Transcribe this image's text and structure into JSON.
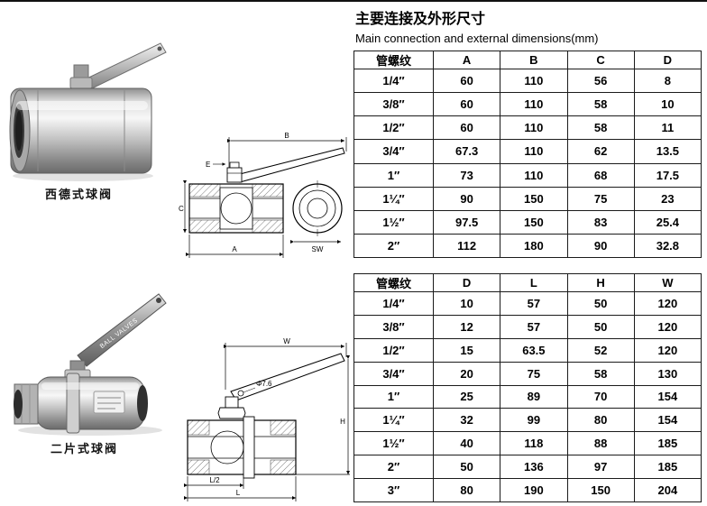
{
  "header": {
    "title_cn": "主要连接及外形尺寸",
    "title_en": "Main  connection and external dimensions(mm)"
  },
  "left": {
    "valve1_label": "西德式球阀",
    "valve2_label": "二片式球阀"
  },
  "photos": {
    "handle_text": "BALL VALVES"
  },
  "drawings": {
    "d1": {
      "b": "B",
      "e": "E",
      "c": "C",
      "a": "A",
      "sw": "SW"
    },
    "d2": {
      "w": "W",
      "phi": "Φ7.6",
      "h": "H",
      "l": "L",
      "l2": "L/2"
    }
  },
  "table1": {
    "headers": [
      "管螺纹",
      "A",
      "B",
      "C",
      "D"
    ],
    "rows": [
      [
        "1/4″",
        "60",
        "110",
        "56",
        "8"
      ],
      [
        "3/8″",
        "60",
        "110",
        "58",
        "10"
      ],
      [
        "1/2″",
        "60",
        "110",
        "58",
        "11"
      ],
      [
        "3/4″",
        "67.3",
        "110",
        "62",
        "13.5"
      ],
      [
        "1″",
        "73",
        "110",
        "68",
        "17.5"
      ],
      [
        "1¼″",
        "90",
        "150",
        "75",
        "23"
      ],
      [
        "1½″",
        "97.5",
        "150",
        "83",
        "25.4"
      ],
      [
        "2″",
        "112",
        "180",
        "90",
        "32.8"
      ]
    ]
  },
  "table2": {
    "headers": [
      "管螺纹",
      "D",
      "L",
      "H",
      "W"
    ],
    "rows": [
      [
        "1/4″",
        "10",
        "57",
        "50",
        "120"
      ],
      [
        "3/8″",
        "12",
        "57",
        "50",
        "120"
      ],
      [
        "1/2″",
        "15",
        "63.5",
        "52",
        "120"
      ],
      [
        "3/4″",
        "20",
        "75",
        "58",
        "130"
      ],
      [
        "1″",
        "25",
        "89",
        "70",
        "154"
      ],
      [
        "1¼″",
        "32",
        "99",
        "80",
        "154"
      ],
      [
        "1½″",
        "40",
        "118",
        "88",
        "185"
      ],
      [
        "2″",
        "50",
        "136",
        "97",
        "185"
      ],
      [
        "3″",
        "80",
        "190",
        "150",
        "204"
      ]
    ]
  }
}
